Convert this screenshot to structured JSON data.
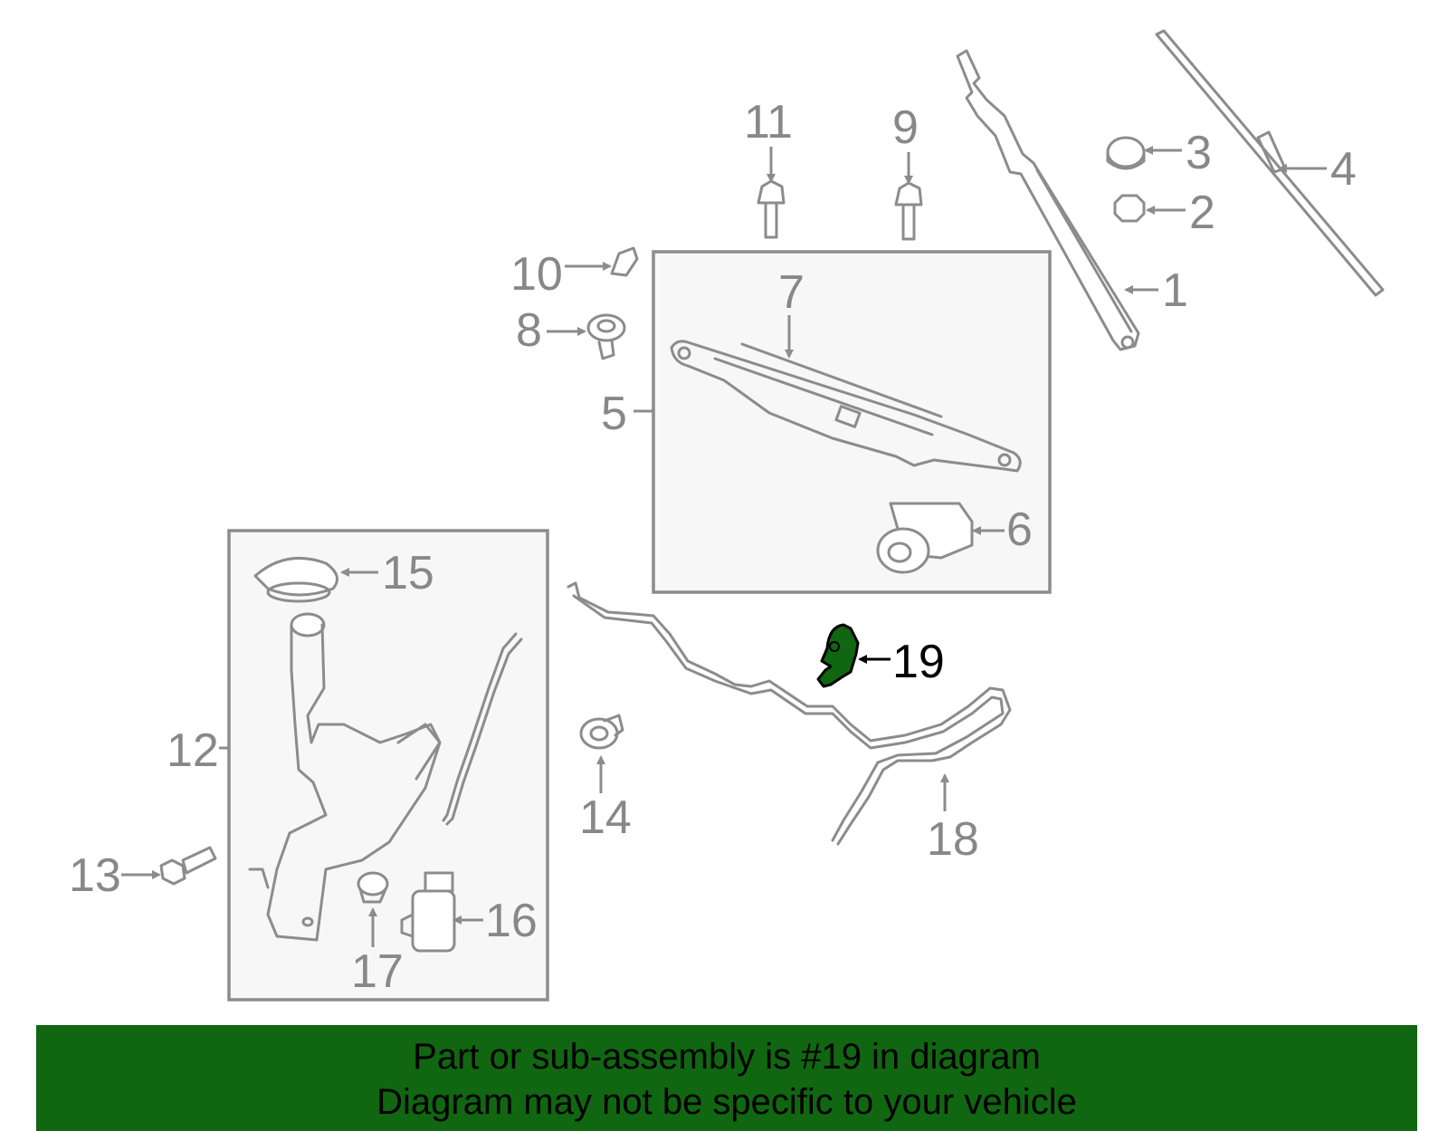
{
  "diagram": {
    "callouts": [
      "1",
      "2",
      "3",
      "4",
      "5",
      "6",
      "7",
      "8",
      "9",
      "10",
      "11",
      "12",
      "13",
      "14",
      "15",
      "16",
      "17",
      "18",
      "19"
    ],
    "highlighted_callout": "19",
    "highlight_color": "#116611",
    "part_color": "#8c8c8c"
  },
  "banner": {
    "line1": "Part or sub-assembly is #19 in diagram",
    "line2": "Diagram may not be specific to your vehicle",
    "background": "#116611"
  }
}
